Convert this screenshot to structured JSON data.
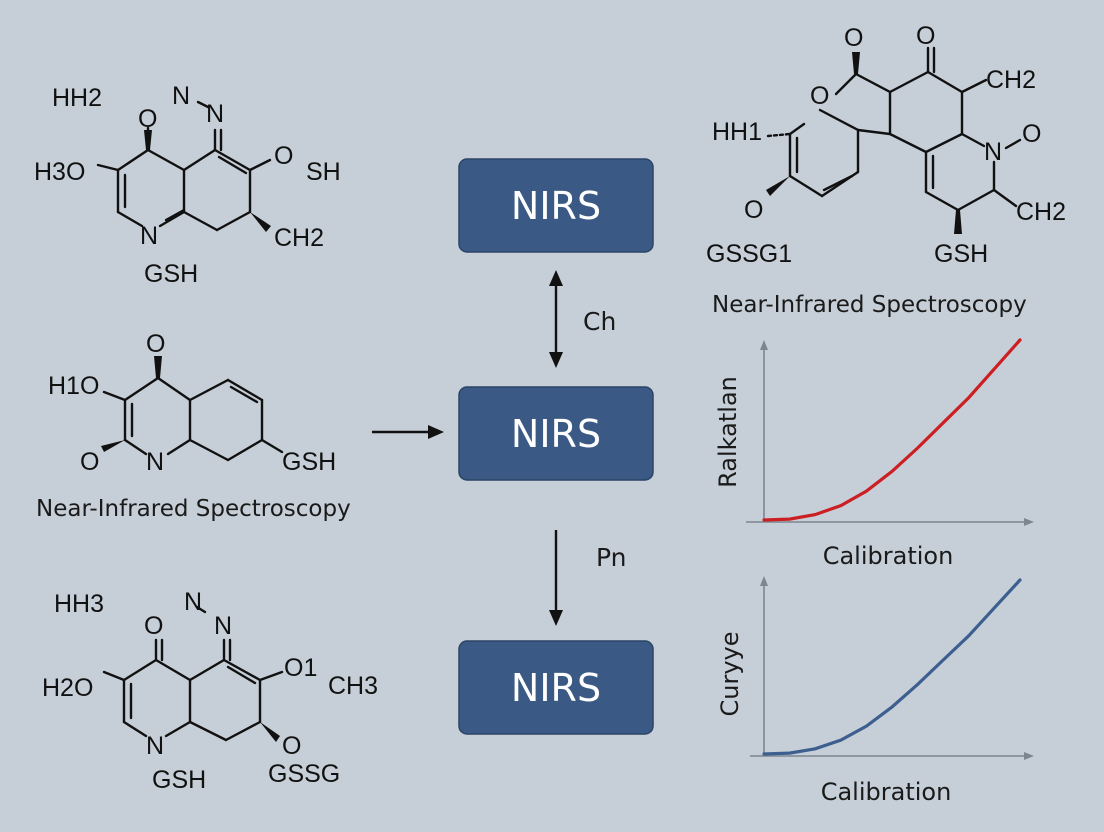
{
  "nodes": [
    {
      "label": "NIRS"
    },
    {
      "label": "NIRS"
    },
    {
      "label": "NIRS"
    }
  ],
  "edges": [
    {
      "label": "Ch"
    },
    {
      "label": "Pn"
    }
  ],
  "molecules": {
    "top_left": {
      "atoms": [
        "HH2",
        "N",
        "N",
        "O",
        "H3O",
        "O",
        "SH",
        "N",
        "CH2",
        "GSH"
      ]
    },
    "mid_left": {
      "atoms": [
        "O",
        "H1O",
        "O",
        "N",
        "GSH"
      ],
      "caption": "Near-Infrared Spectroscopy"
    },
    "bottom_left": {
      "atoms": [
        "HH3",
        "N",
        "N",
        "O",
        "H2O",
        "O1",
        "CH3",
        "N",
        "O",
        "GSH",
        "GSSG"
      ]
    },
    "top_right": {
      "atoms": [
        "O",
        "O",
        "O",
        "CH2",
        "HH1",
        "N",
        "O",
        "O",
        "CH2",
        "GSSG1",
        "GSH"
      ],
      "caption": "Near-Infrared Spectroscopy"
    }
  },
  "chart_data": [
    {
      "type": "line",
      "title": "",
      "xlabel": "Calibration",
      "ylabel": "Ralkatlan",
      "series": [
        {
          "color": "#cc1f24",
          "x": [
            0,
            0.1,
            0.2,
            0.3,
            0.4,
            0.5,
            0.6,
            0.7,
            0.8,
            0.9,
            1.0
          ],
          "y": [
            0,
            0.005,
            0.03,
            0.08,
            0.16,
            0.27,
            0.4,
            0.54,
            0.68,
            0.84,
            1.0
          ]
        }
      ],
      "xlim": [
        0,
        1.1
      ],
      "ylim": [
        0,
        1.1
      ],
      "grid": false
    },
    {
      "type": "line",
      "title": "",
      "xlabel": "Calibration",
      "ylabel": "Curyye",
      "series": [
        {
          "color": "#3d5f8f",
          "x": [
            0,
            0.1,
            0.2,
            0.3,
            0.4,
            0.5,
            0.6,
            0.7,
            0.8,
            0.9,
            1.0
          ],
          "y": [
            0,
            0.005,
            0.03,
            0.08,
            0.16,
            0.27,
            0.4,
            0.54,
            0.68,
            0.84,
            1.0
          ]
        }
      ],
      "xlim": [
        0,
        1.1
      ],
      "ylim": [
        0,
        1.1
      ],
      "grid": false
    }
  ]
}
